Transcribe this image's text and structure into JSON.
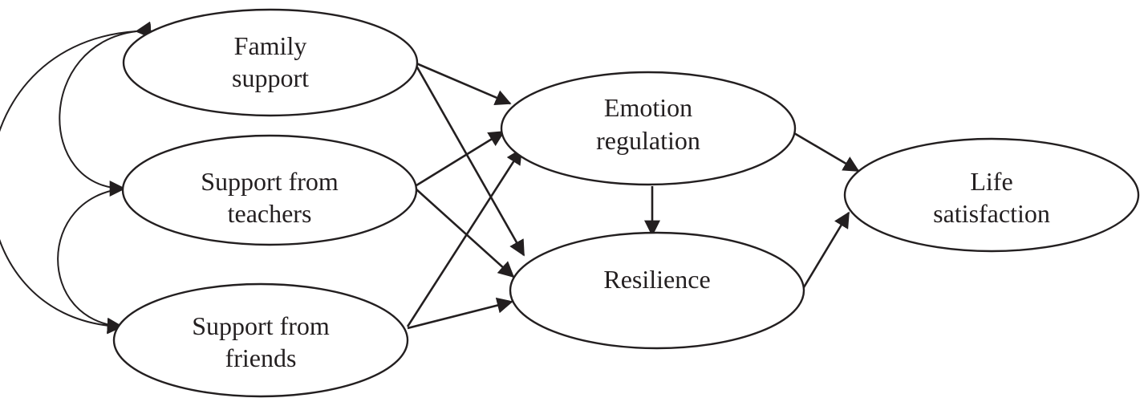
{
  "diagram": {
    "nodes": {
      "family": {
        "line1": "Family",
        "line2": "support"
      },
      "teachers": {
        "line1": "Support from",
        "line2": "teachers"
      },
      "friends": {
        "line1": "Support from",
        "line2": "friends"
      },
      "emotion": {
        "line1": "Emotion",
        "line2": "regulation"
      },
      "resilience": {
        "line1": "Resilience"
      },
      "life": {
        "line1": "Life",
        "line2": "satisfaction"
      }
    },
    "edges": [
      {
        "from": "family",
        "to": "emotion",
        "kind": "directed"
      },
      {
        "from": "family",
        "to": "resilience",
        "kind": "directed"
      },
      {
        "from": "teachers",
        "to": "emotion",
        "kind": "directed"
      },
      {
        "from": "teachers",
        "to": "resilience",
        "kind": "directed"
      },
      {
        "from": "friends",
        "to": "emotion",
        "kind": "directed"
      },
      {
        "from": "friends",
        "to": "resilience",
        "kind": "directed"
      },
      {
        "from": "emotion",
        "to": "resilience",
        "kind": "directed"
      },
      {
        "from": "emotion",
        "to": "life",
        "kind": "directed"
      },
      {
        "from": "resilience",
        "to": "life",
        "kind": "directed"
      },
      {
        "from": "family",
        "to": "teachers",
        "kind": "correlation"
      },
      {
        "from": "teachers",
        "to": "friends",
        "kind": "correlation"
      },
      {
        "from": "family",
        "to": "friends",
        "kind": "correlation"
      }
    ],
    "colors": {
      "stroke": "#231f20",
      "background": "#ffffff"
    }
  }
}
